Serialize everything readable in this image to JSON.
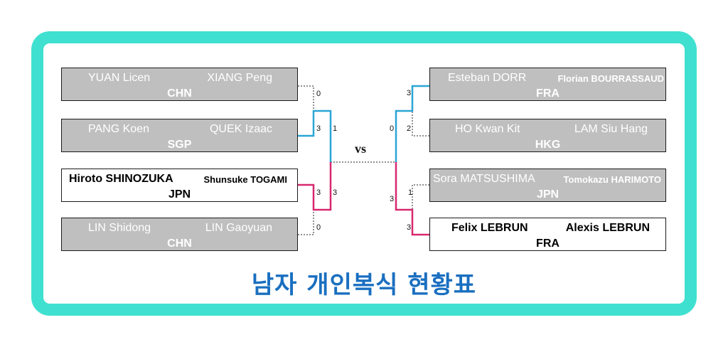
{
  "title": "남자 개인복식 현황표",
  "vs": "vs",
  "left": [
    {
      "p1": "YUAN Licen",
      "p2": "XIANG Peng",
      "country": "CHN",
      "style": "gray"
    },
    {
      "p1": "PANG Koen",
      "p2": "QUEK Izaac",
      "country": "SGP",
      "style": "gray"
    },
    {
      "p1": "Hiroto SHINOZUKA",
      "p2": "Shunsuke TOGAMI",
      "country": "JPN",
      "style": "white"
    },
    {
      "p1": "LIN Shidong",
      "p2": "LIN Gaoyuan",
      "country": "CHN",
      "style": "gray"
    }
  ],
  "right": [
    {
      "p1": "Esteban DORR",
      "p2": "Florian BOURRASSAUD",
      "country": "FRA",
      "style": "gray"
    },
    {
      "p1": "HO Kwan Kit",
      "p2": "LAM Siu Hang",
      "country": "HKG",
      "style": "gray"
    },
    {
      "p1": "Sora MATSUSHIMA",
      "p2": "Tomokazu HARIMOTO",
      "country": "JPN",
      "style": "gray"
    },
    {
      "p1": "Felix LEBRUN",
      "p2": "Alexis LEBRUN",
      "country": "FRA",
      "style": "white"
    }
  ],
  "scores": {
    "left_r1": [
      "0",
      "3",
      "3",
      "0"
    ],
    "left_r2": [
      "1",
      "3"
    ],
    "right_r1": [
      "3",
      "2",
      "1",
      "3"
    ],
    "right_r2": [
      "0",
      "3"
    ]
  },
  "colors": {
    "frame": "#40e0d0",
    "blue_path": "#2aa6d6",
    "pink_path": "#d8286e",
    "title": "#1a6fc0"
  }
}
